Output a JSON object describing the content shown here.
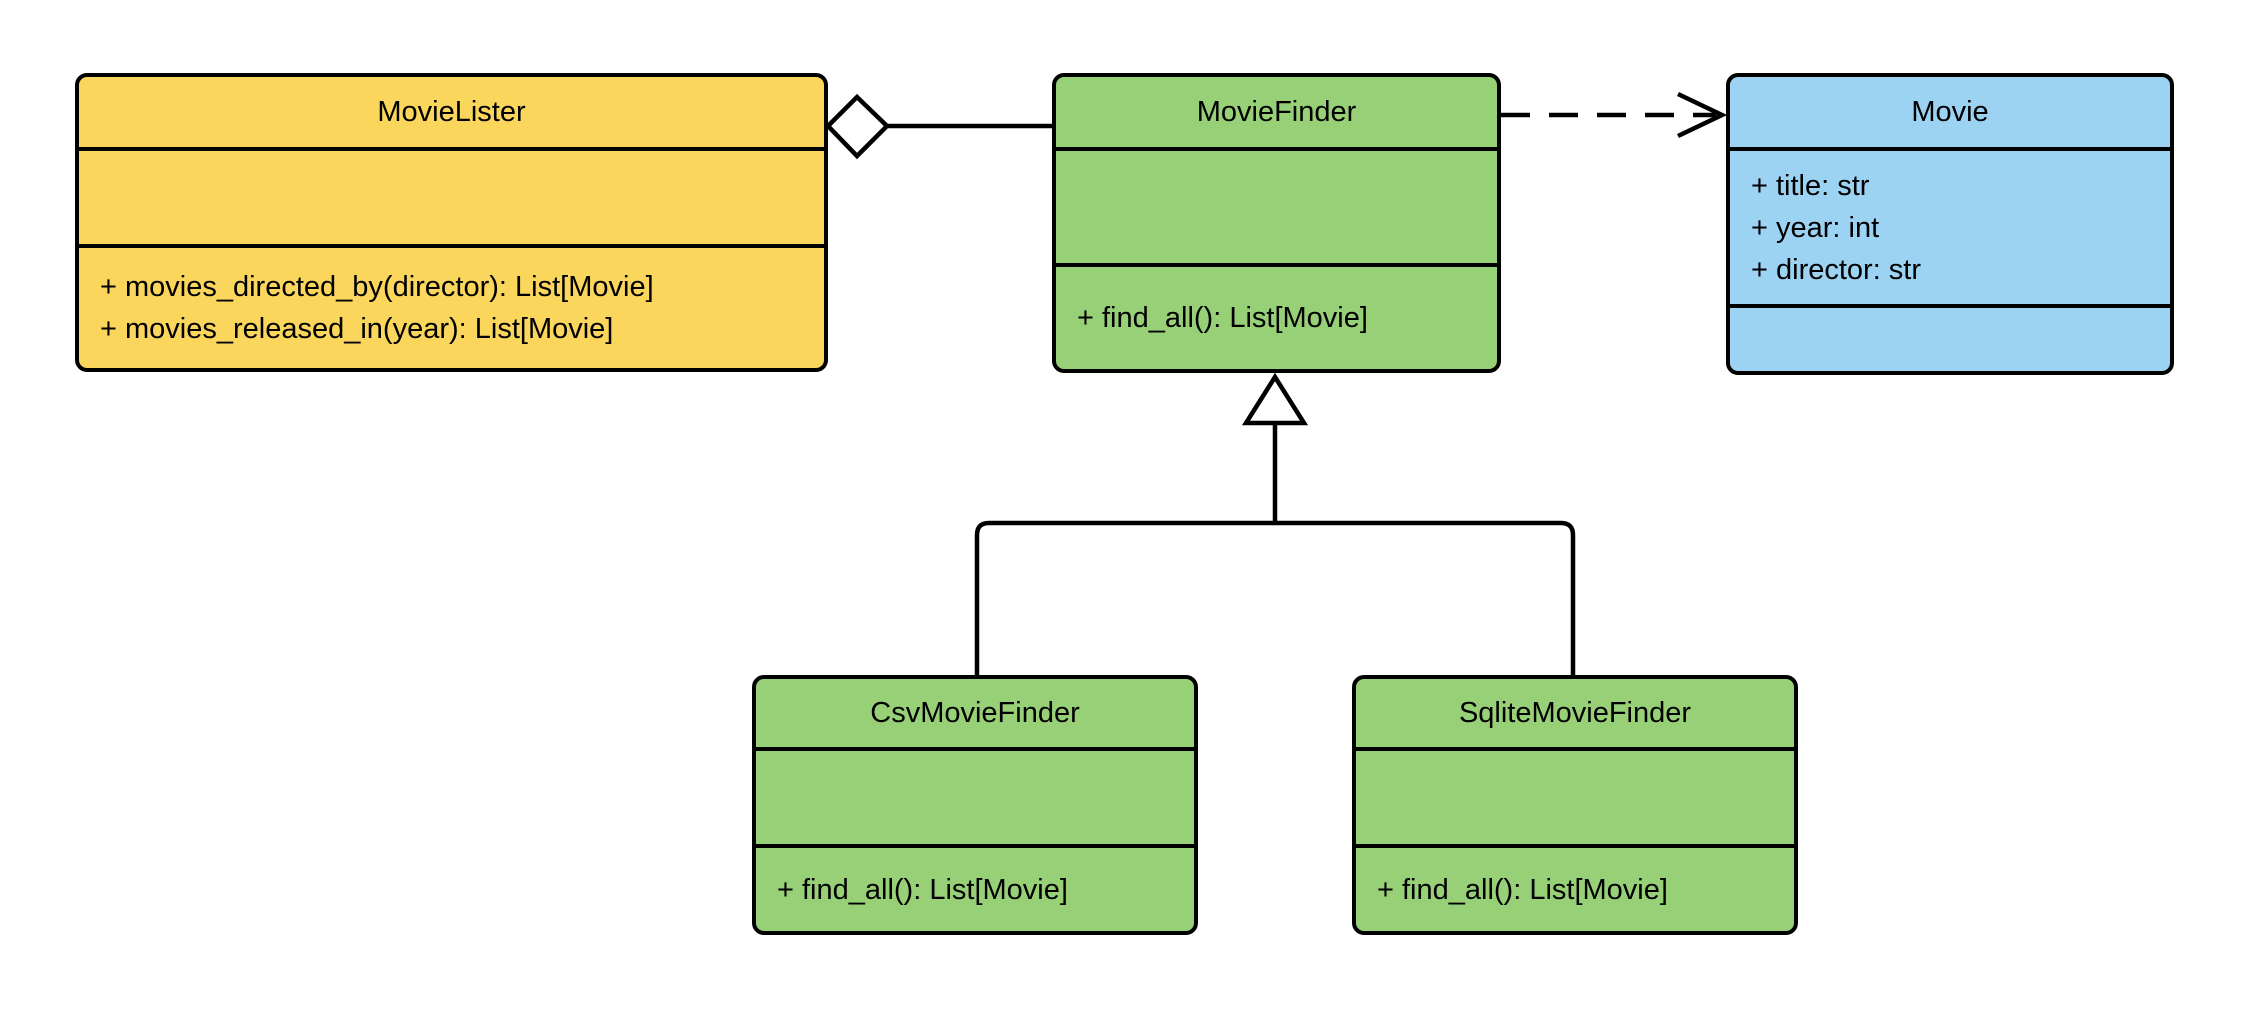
{
  "diagram_type": "uml-class-diagram",
  "classes": [
    {
      "name": "MovieLister",
      "attributes": [],
      "methods": [
        "+ movies_directed_by(director): List[Movie]",
        "+ movies_released_in(year): List[Movie]"
      ],
      "fill": "#FBD65D"
    },
    {
      "name": "MovieFinder",
      "attributes": [],
      "methods": [
        "+ find_all(): List[Movie]"
      ],
      "fill": "#97D077"
    },
    {
      "name": "Movie",
      "attributes": [
        "+ title: str",
        "+ year: int",
        "+ director: str"
      ],
      "methods": [],
      "fill": "#9CD2F2"
    },
    {
      "name": "CsvMovieFinder",
      "attributes": [],
      "methods": [
        "+ find_all(): List[Movie]"
      ],
      "fill": "#97D077"
    },
    {
      "name": "SqliteMovieFinder",
      "attributes": [],
      "methods": [
        "+ find_all(): List[Movie]"
      ],
      "fill": "#97D077"
    }
  ],
  "relationships": [
    {
      "type": "aggregation",
      "from": "MovieLister",
      "to": "MovieFinder",
      "marker": "hollow-diamond",
      "line": "solid"
    },
    {
      "type": "dependency",
      "from": "MovieFinder",
      "to": "Movie",
      "marker": "open-arrow",
      "line": "dashed"
    },
    {
      "type": "inheritance",
      "from": "CsvMovieFinder",
      "to": "MovieFinder",
      "marker": "hollow-triangle",
      "line": "solid"
    },
    {
      "type": "inheritance",
      "from": "SqliteMovieFinder",
      "to": "MovieFinder",
      "marker": "hollow-triangle",
      "line": "solid"
    }
  ],
  "colors": {
    "stroke": "#000000",
    "background": "#FFFFFF",
    "yellow": "#FBD65D",
    "green": "#97D077",
    "blue": "#9CD2F2"
  }
}
